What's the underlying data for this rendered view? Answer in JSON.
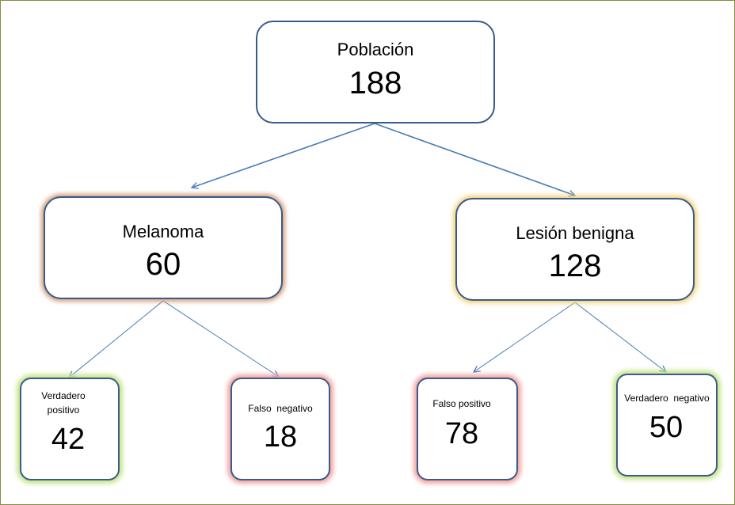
{
  "root": {
    "label": "Población",
    "value": "188"
  },
  "melanoma": {
    "label": "Melanoma",
    "value": "60"
  },
  "benign": {
    "label": "Lesión benigna",
    "value": "128"
  },
  "true_positive": {
    "label": "Verdadero positivo",
    "value": "42"
  },
  "false_negative": {
    "label": "Falso  negativo",
    "value": "18"
  },
  "false_positive": {
    "label": "Falso positivo",
    "value": "78"
  },
  "true_negative": {
    "label": "Verdadero  negativo",
    "value": "50"
  },
  "colors": {
    "box_border": "#3a5a8c",
    "arrow": "#4a7ab8",
    "melanoma_glow": "#d2a07c",
    "benign_glow": "#f3d27a",
    "positive_glow": "#c7e58c",
    "negative_glow": "#f2a7a4"
  }
}
